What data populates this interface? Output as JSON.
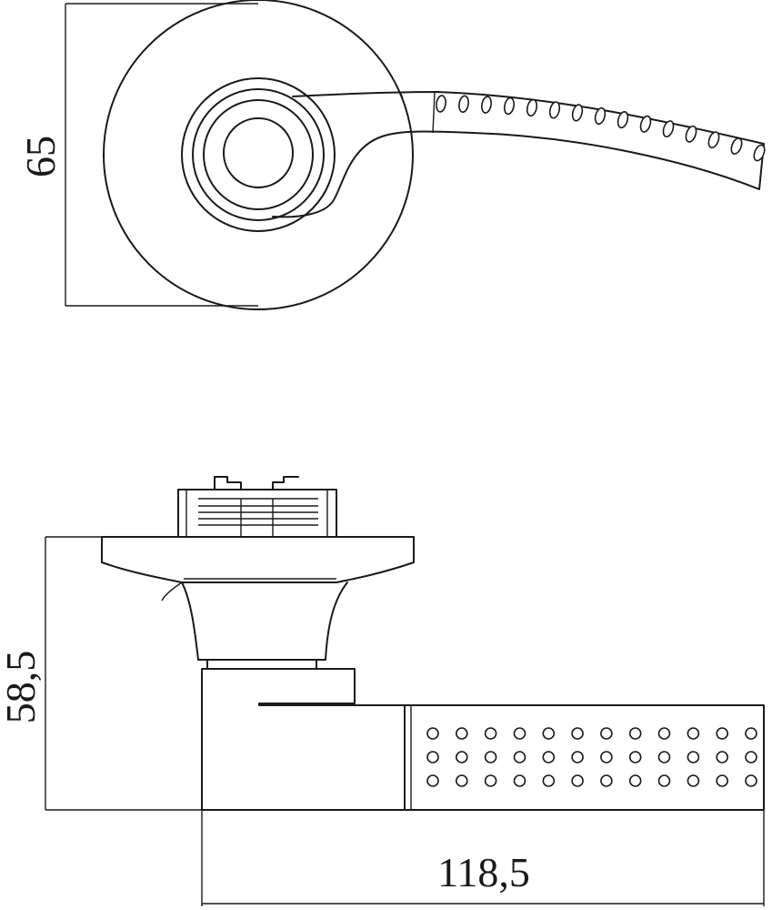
{
  "dimensions": {
    "top_height": "65",
    "side_height": "58,5",
    "side_length": "118,5"
  },
  "views": {
    "top": {
      "knurl_bead_count": 15
    },
    "side": {
      "grip_dot_rows": 3,
      "grip_dot_columns": 12
    }
  }
}
